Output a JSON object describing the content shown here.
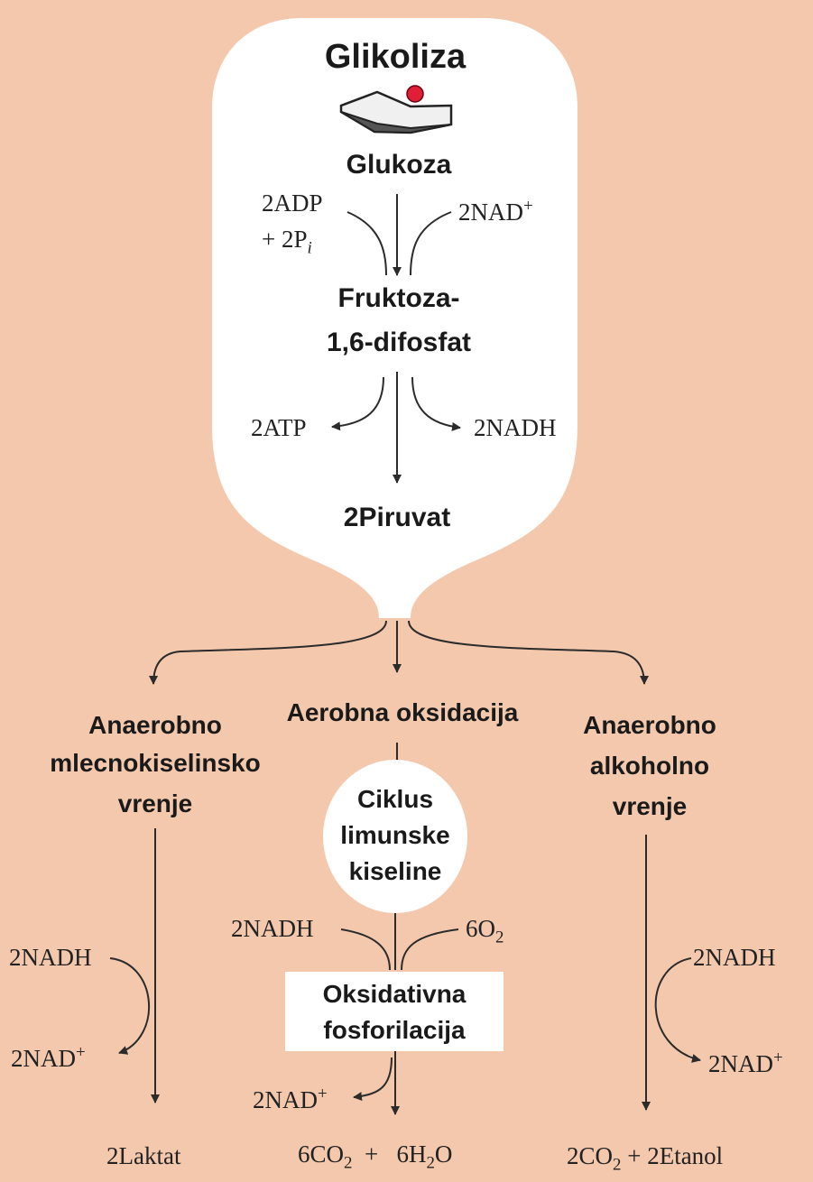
{
  "title": "Glikoliza",
  "glycolysis": {
    "glucose": "Glukoza",
    "input_adp": "2ADP",
    "input_pi_prefix": "+ 2P",
    "input_pi_sub": "i",
    "input_nad": "2NAD",
    "input_nad_sup": "+",
    "fructose_line1": "Fruktoza-",
    "fructose_line2": "1,6-difosfat",
    "output_atp": "2ATP",
    "output_nadh": "2NADH",
    "pyruvate": "2Piruvat"
  },
  "left_branch": {
    "line1": "Anaerobno",
    "line2": "mlecnokiselinsko",
    "line3": "vrenje",
    "nadh": "2NADH",
    "nad": "2NAD",
    "nad_sup": "+",
    "product": "2Laktat"
  },
  "center_branch": {
    "title": "Aerobna oksidacija",
    "cycle_line1": "Ciklus",
    "cycle_line2": "limunske",
    "cycle_line3": "kiseline",
    "nadh": "2NADH",
    "o2_prefix": "6O",
    "o2_sub": "2",
    "box_line1": "Oksidativna",
    "box_line2": "fosforilacija",
    "nad": "2NAD",
    "nad_sup": "+",
    "co2_prefix": "6CO",
    "co2_sub": "2",
    "plus": "+",
    "h2o_prefix": "6H",
    "h2o_sub": "2",
    "h2o_suffix": "O"
  },
  "right_branch": {
    "line1": "Anaerobno",
    "line2": "alkoholno",
    "line3": "vrenje",
    "nadh": "2NADH",
    "nad": "2NAD",
    "nad_sup": "+",
    "co2_prefix": "2CO",
    "co2_sub": "2",
    "plus": "+",
    "ethanol": "2Etanol"
  },
  "colors": {
    "background": "#f4c8ad",
    "panel": "#ffffff",
    "arrow": "#2b2b2b",
    "glucose_dot": "#e01e37"
  },
  "icons": {
    "glucose_ring": "hexagon-ring-icon"
  }
}
